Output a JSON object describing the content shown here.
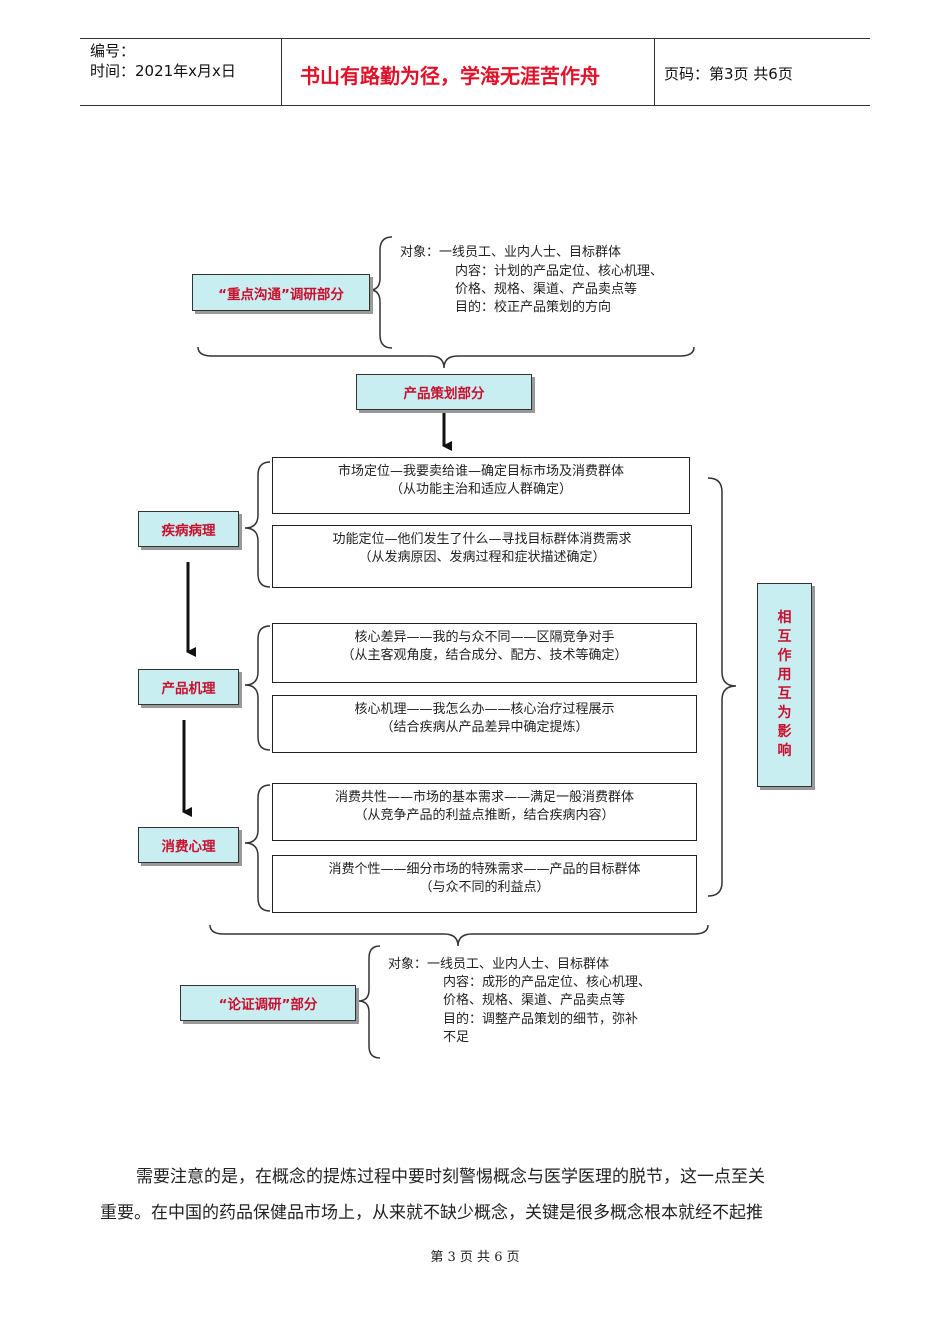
{
  "header": {
    "serial_label": "编号：",
    "time_label": "时间：2021年x月x日",
    "motto": "书山有路勤为径，学海无涯苦作舟",
    "page_info": "页码：第3页  共6页"
  },
  "diagram": {
    "top_section": {
      "label": "“重点沟通”调研部分",
      "notes": [
        "对象：一线员工、业内人士、目标群体",
        "内容：计划的产品定位、核心机理、",
        "价格、规格、渠道、产品卖点等",
        "目的：校正产品策划的方向"
      ]
    },
    "center_label": "产品策划部分",
    "left_nodes": [
      "疾病病理",
      "产品机理",
      "消费心理"
    ],
    "boxes": [
      {
        "line1": "市场定位—我要卖给谁—确定目标市场及消费群体",
        "line2": "（从功能主治和适应人群确定）"
      },
      {
        "line1": "功能定位—他们发生了什么—寻找目标群体消费需求",
        "line2": "（从发病原因、发病过程和症状描述确定）"
      },
      {
        "line1": "核心差异——我的与众不同——区隔竞争对手",
        "line2": "（从主客观角度，结合成分、配方、技术等确定）"
      },
      {
        "line1": "核心机理——我怎么办——核心治疗过程展示",
        "line2": "（结合疾病从产品差异中确定提炼）"
      },
      {
        "line1": "消费共性——市场的基本需求——满足一般消费群体",
        "line2": "（从竞争产品的利益点推断，结合疾病内容）"
      },
      {
        "line1": "消费个性——细分市场的特殊需求——产品的目标群体",
        "line2": "（与众不同的利益点）"
      }
    ],
    "right_label": [
      "相",
      "互",
      "作",
      "用",
      "互",
      "为",
      "影",
      "响"
    ],
    "bottom_section": {
      "label": "“论证调研”部分",
      "notes": [
        "对象：一线员工、业内人士、目标群体",
        "内容：成形的产品定位、核心机理、",
        "价格、规格、渠道、产品卖点等",
        "目的：调整产品策划的细节，弥补",
        "不足"
      ]
    }
  },
  "body": {
    "paragraph_line1": "需要注意的是，在概念的提炼过程中要时刻警惕概念与医学医理的脱节，这一点至关",
    "paragraph_line2": "重要。在中国的药品保健品市场上，从来就不缺少概念，关键是很多概念根本就经不起推"
  },
  "footer": {
    "page": "第 3 页 共 6 页"
  },
  "colors": {
    "box_fill": "#c9eef2",
    "label_red": "#c8102e",
    "motto_red": "#e0122a"
  }
}
